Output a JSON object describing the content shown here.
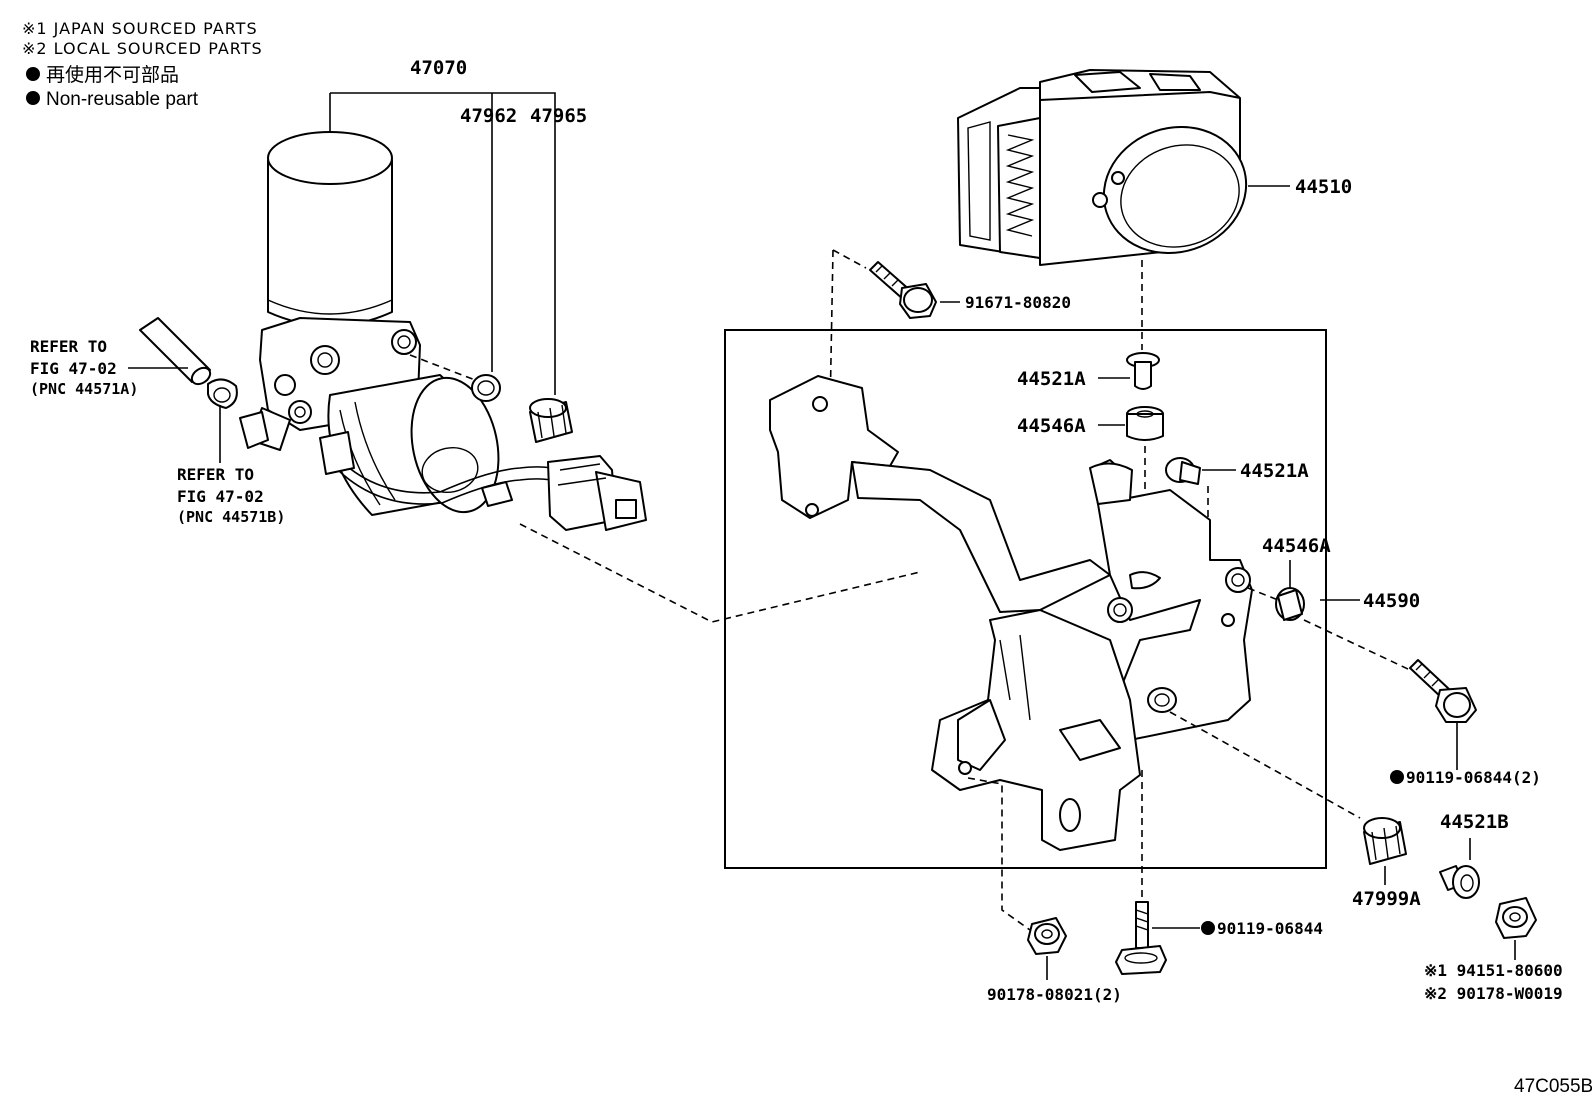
{
  "notes": {
    "japan_sourced": "※1 JAPAN SOURCED PARTS",
    "local_sourced": "※2 LOCAL SOURCED PARTS",
    "non_reusable_jp": "再使用不可部品",
    "non_reusable_en": "Non-reusable part"
  },
  "callouts": {
    "pump_assy": "47070",
    "oring": "47962",
    "filter_plug": "47965",
    "actuator": "44510",
    "bolt_top": "91671-80820",
    "collar_top": "44521A",
    "cushion_top": "44546A",
    "collar_right": "44521A",
    "cushion_right": "44546A",
    "bracket": "44590",
    "bolt_right": "90119-06844(2)",
    "collar_b": "44521B",
    "filter_b": "47999A",
    "bolt_bottom": "90119-06844",
    "nut_bottom": "90178-08021(2)",
    "nut_jp": "※1 94151-80600",
    "nut_local": "※2 90178-W0019",
    "drawing_no": "47C055B"
  },
  "refer_a": {
    "line1": "REFER TO",
    "line2": "FIG 47-02",
    "line3": "(PNC 44571A)"
  },
  "refer_b": {
    "line1": "REFER TO",
    "line2": "FIG 47-02",
    "line3": "(PNC 44571B)"
  }
}
